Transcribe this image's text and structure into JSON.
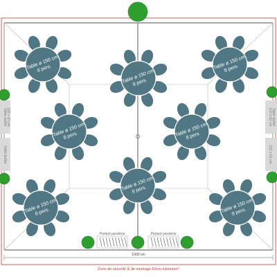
{
  "tables": [
    {
      "line1": "Table ø 150 cm",
      "line2": "8 pers."
    },
    {
      "line1": "Table ø 150 cm",
      "line2": "8 pers."
    },
    {
      "line1": "Table ø 150 cm",
      "line2": "8 pers."
    },
    {
      "line1": "Table ø 150 cm",
      "line2": "8 pers."
    },
    {
      "line1": "Table ø 150 cm",
      "line2": "8 pers."
    },
    {
      "line1": "Table ø 150 cm",
      "line2": "8 pers."
    },
    {
      "line1": "Table ø 150 cm",
      "line2": "8 pers."
    },
    {
      "line1": "Table ø 150 cm",
      "line2": "8 pers."
    }
  ],
  "buffets": {
    "left": [
      "Table buffet",
      "122 x 61 cm",
      "Table buffet"
    ],
    "right": [
      "122 x 61 cm",
      "Table buffet",
      "122 x 61 cm"
    ]
  },
  "racks": [
    "Portant penderie",
    "Portant penderie"
  ],
  "dimension": "1000 cm",
  "safety_zone": "Zone de sécurité & de montage 60cm minimum*",
  "colors": {
    "table": "#507783",
    "chair": "#507783",
    "plant": "#2e9e2e",
    "wall": "#8c8c8c",
    "safety": "#d0342c",
    "buffet": "#d9d9d9"
  }
}
